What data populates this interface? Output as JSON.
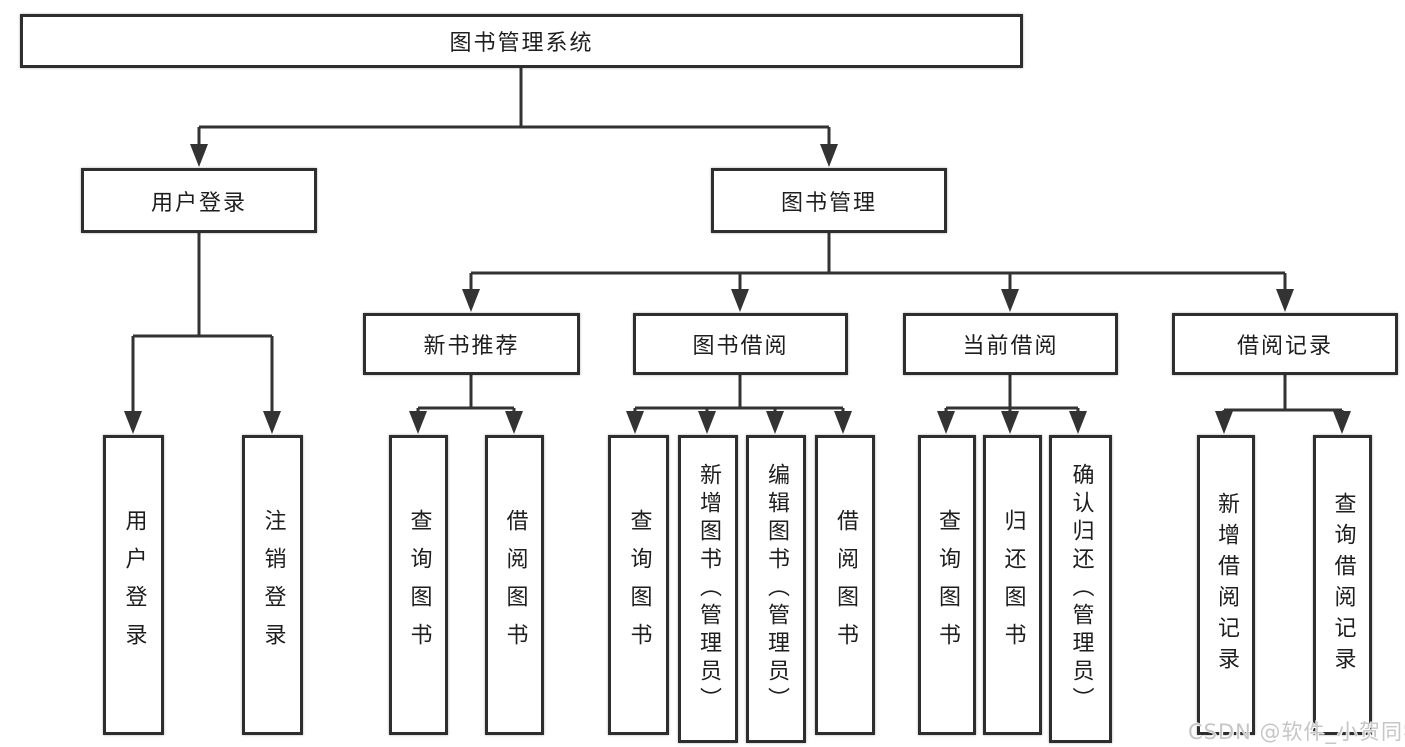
{
  "diagram": {
    "title": "图书管理系统",
    "root": {
      "label": "图书管理系统"
    },
    "level2": [
      {
        "label": "用户登录"
      },
      {
        "label": "图书管理"
      }
    ],
    "level3": [
      {
        "label": "新书推荐"
      },
      {
        "label": "图书借阅"
      },
      {
        "label": "当前借阅"
      },
      {
        "label": "借阅记录"
      }
    ],
    "leaves": {
      "user_login": [
        "用户登录",
        "注销登录"
      ],
      "new_book": [
        "查询图书",
        "借阅图书"
      ],
      "borrow": [
        "查询图书",
        "新增图书（管理员）",
        "编辑图书（管理员）",
        "借阅图书"
      ],
      "current": [
        "查询图书",
        "归还图书",
        "确认归还（管理员）"
      ],
      "records": [
        "新增借阅记录",
        "查询借阅记录"
      ]
    }
  },
  "watermark": "CSDN @软件_小贺同学",
  "colors": {
    "background": "#ffffff",
    "box_border": "#2e2e2e",
    "connector_line": "#333333",
    "text": "#1e1e1e",
    "watermark": "#c6c6c6"
  }
}
